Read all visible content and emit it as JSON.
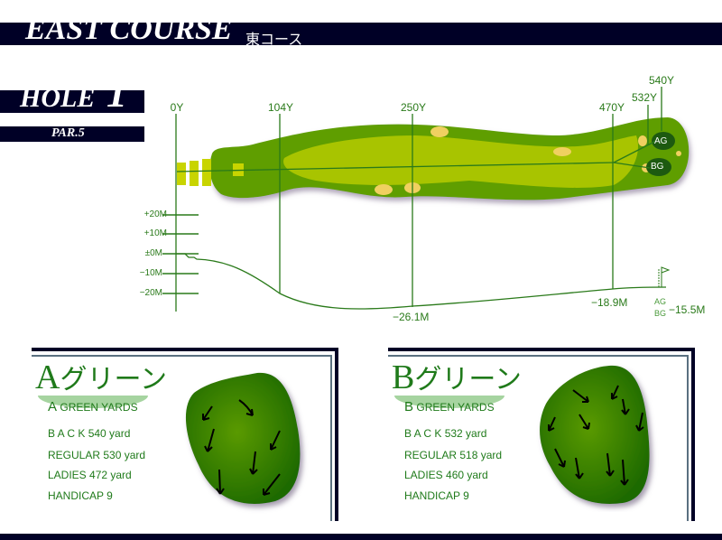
{
  "header": {
    "title": "EAST COURSE",
    "subtitle": "東コース"
  },
  "hole": {
    "label": "HOLE",
    "number": "1",
    "par": "PAR.5"
  },
  "yardage_markers": [
    "0Y",
    "104Y",
    "250Y",
    "470Y",
    "532Y",
    "540Y"
  ],
  "greens_on_map": [
    "AG",
    "BG"
  ],
  "elevation": {
    "ticks": [
      "+20M",
      "+10M",
      "±0M",
      "−10M",
      "−20M"
    ],
    "points": [
      "−26.1M",
      "−18.9M",
      "−15.5M"
    ],
    "green_labels": [
      "AG",
      "BG"
    ]
  },
  "green_a": {
    "title_letter": "A",
    "title_kana": "グリーン",
    "yards_letter": "A",
    "yards_label": "GREEN YARDS",
    "rows": [
      "B A C K 540 yard",
      "REGULAR 530 yard",
      "LADIES 472 yard",
      "HANDICAP 9"
    ]
  },
  "green_b": {
    "title_letter": "B",
    "title_kana": "グリーン",
    "yards_letter": "B",
    "yards_label": "GREEN YARDS",
    "rows": [
      "B A C K 532 yard",
      "REGULAR 518 yard",
      "LADIES 460 yard",
      "HANDICAP 9"
    ]
  },
  "colors": {
    "navy": "#000026",
    "green_text": "#1f7a1a",
    "fairway": "#a8c400",
    "rough": "#5e9e00"
  }
}
